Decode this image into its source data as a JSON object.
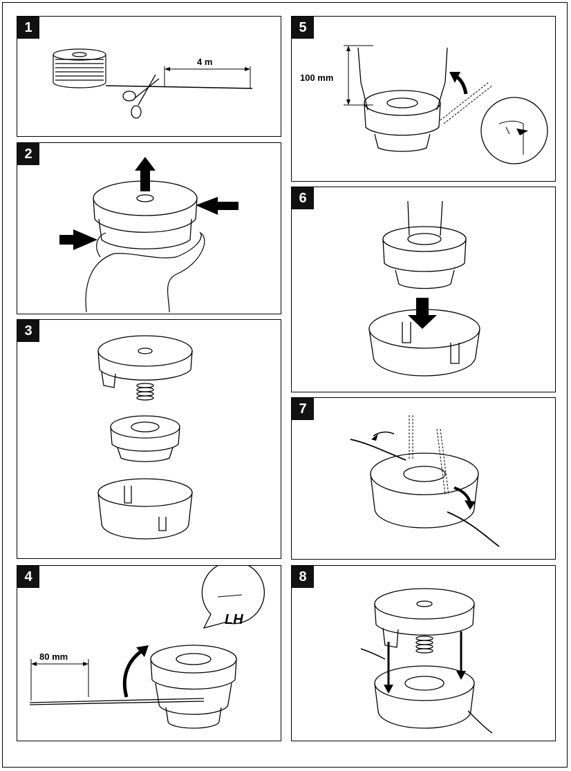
{
  "steps": [
    {
      "number": "1",
      "measure": "4 m"
    },
    {
      "number": "2"
    },
    {
      "number": "3"
    },
    {
      "number": "4",
      "measure": "80 mm",
      "direction_mark": "LH"
    },
    {
      "number": "5",
      "measure": "100 mm"
    },
    {
      "number": "6"
    },
    {
      "number": "7"
    },
    {
      "number": "8"
    }
  ],
  "icons": [
    "spool-icon",
    "scissors-icon",
    "arrow-up-icon",
    "arrow-right-icon",
    "hand-icon",
    "spring-icon",
    "arrow-down-icon",
    "rotate-arrow-icon"
  ]
}
